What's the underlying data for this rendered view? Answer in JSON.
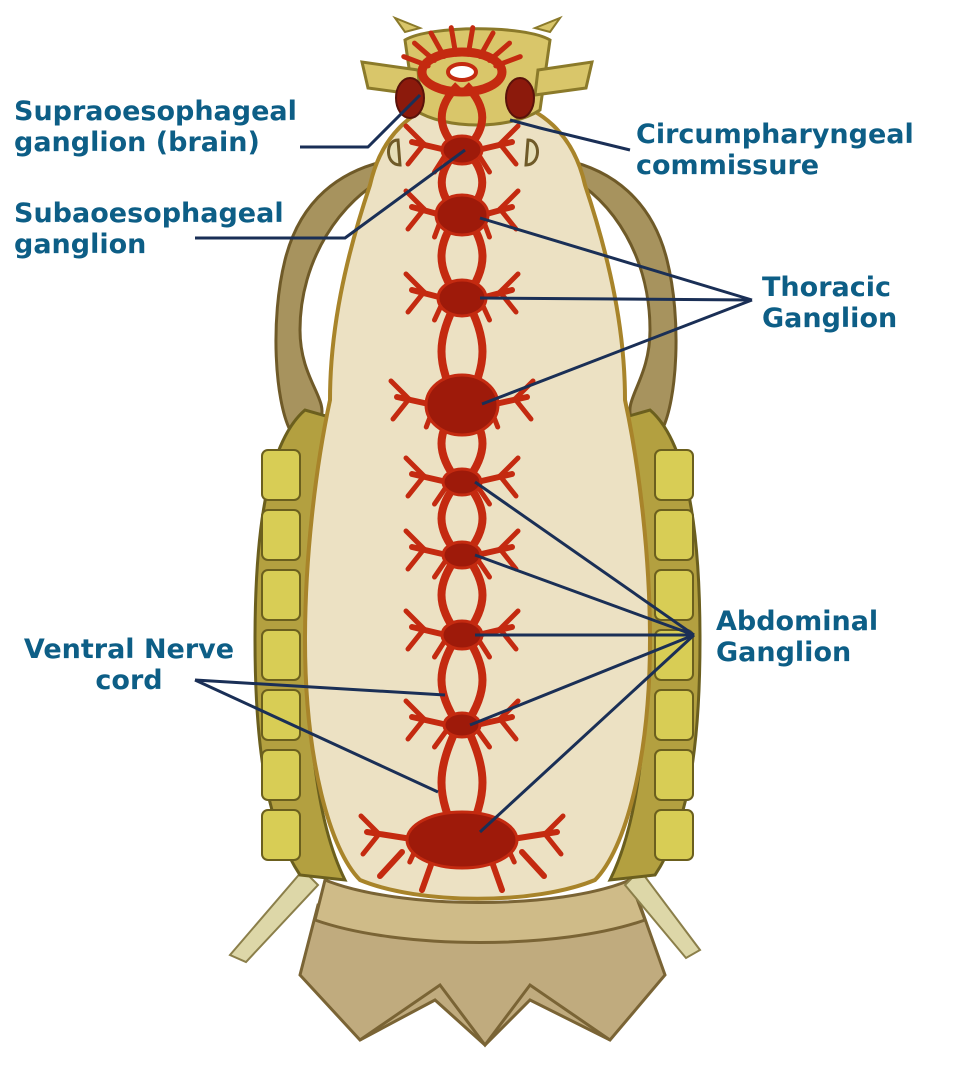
{
  "labels": {
    "supra": [
      "Supraoesophageal",
      "ganglion (brain)"
    ],
    "sub": [
      "Subaoesophageal",
      "ganglion"
    ],
    "circum": [
      "Circumpharyngeal",
      "commissure"
    ],
    "thoracic": [
      "Thoracic",
      "Ganglion"
    ],
    "abdominal": [
      "Abdominal",
      "Ganglion"
    ],
    "ventral": [
      "Ventral Nerve",
      "cord"
    ]
  },
  "colors": {
    "label": "#0d5e86",
    "leader": "#1a2f56",
    "nerve": "#c42a10",
    "ganglion": "#9e1a0a",
    "body": "#ece1c3",
    "body_outline": "#a8842a",
    "pleura": "#b3a040",
    "pleura_plate": "#d8cd55",
    "side": "#a7935e",
    "tail": "#c0ab7e",
    "head": "#d9c66a"
  }
}
